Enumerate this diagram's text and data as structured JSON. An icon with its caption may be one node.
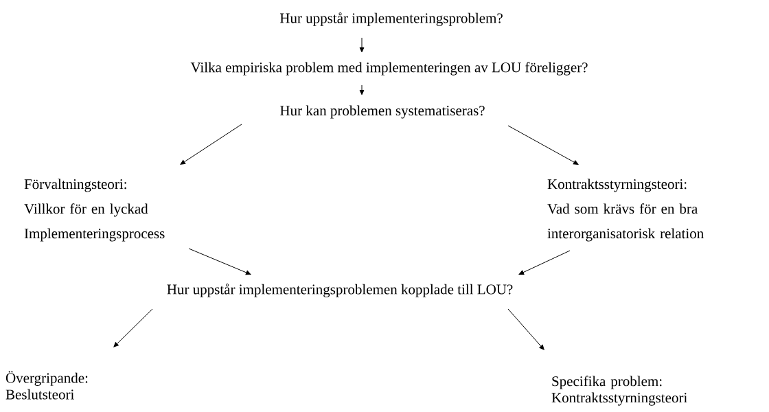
{
  "diagram": {
    "nodes": [
      {
        "text": [
          "Hur uppstår implementeringsproblem?"
        ]
      },
      {
        "text": [
          "Vilka empiriska problem med implementeringen av LOU föreligger?"
        ]
      },
      {
        "text": [
          "Hur kan problemen systematiseras?"
        ]
      },
      {
        "text": [
          "Förvaltningsteori:",
          "Villkor för en lyckad Implementeringsprocess"
        ]
      },
      {
        "text": [
          "Kontraktsstyrningsteori:",
          "Vad som krävs för en bra interorganisatorisk relation"
        ]
      },
      {
        "text": [
          "Hur uppstår implementeringsproblemen kopplade till LOU?"
        ]
      },
      {
        "text": [
          "Övergripande:",
          "Beslutsteori"
        ]
      },
      {
        "text": [
          "Specifika problem:",
          "Kontraktsstyrningsteori"
        ]
      }
    ],
    "edges": [
      {
        "from": 0,
        "to": 1,
        "arrow": "to"
      },
      {
        "from": 1,
        "to": 2,
        "arrow": "to"
      },
      {
        "from": 2,
        "to": 3,
        "arrow": "to"
      },
      {
        "from": 2,
        "to": 4,
        "arrow": "to"
      },
      {
        "from": 3,
        "to": 5,
        "arrow": "to"
      },
      {
        "from": 4,
        "to": 5,
        "arrow": "to"
      },
      {
        "from": 5,
        "to": 6,
        "arrow": "to"
      },
      {
        "from": 5,
        "to": 7,
        "arrow": "to"
      }
    ]
  }
}
